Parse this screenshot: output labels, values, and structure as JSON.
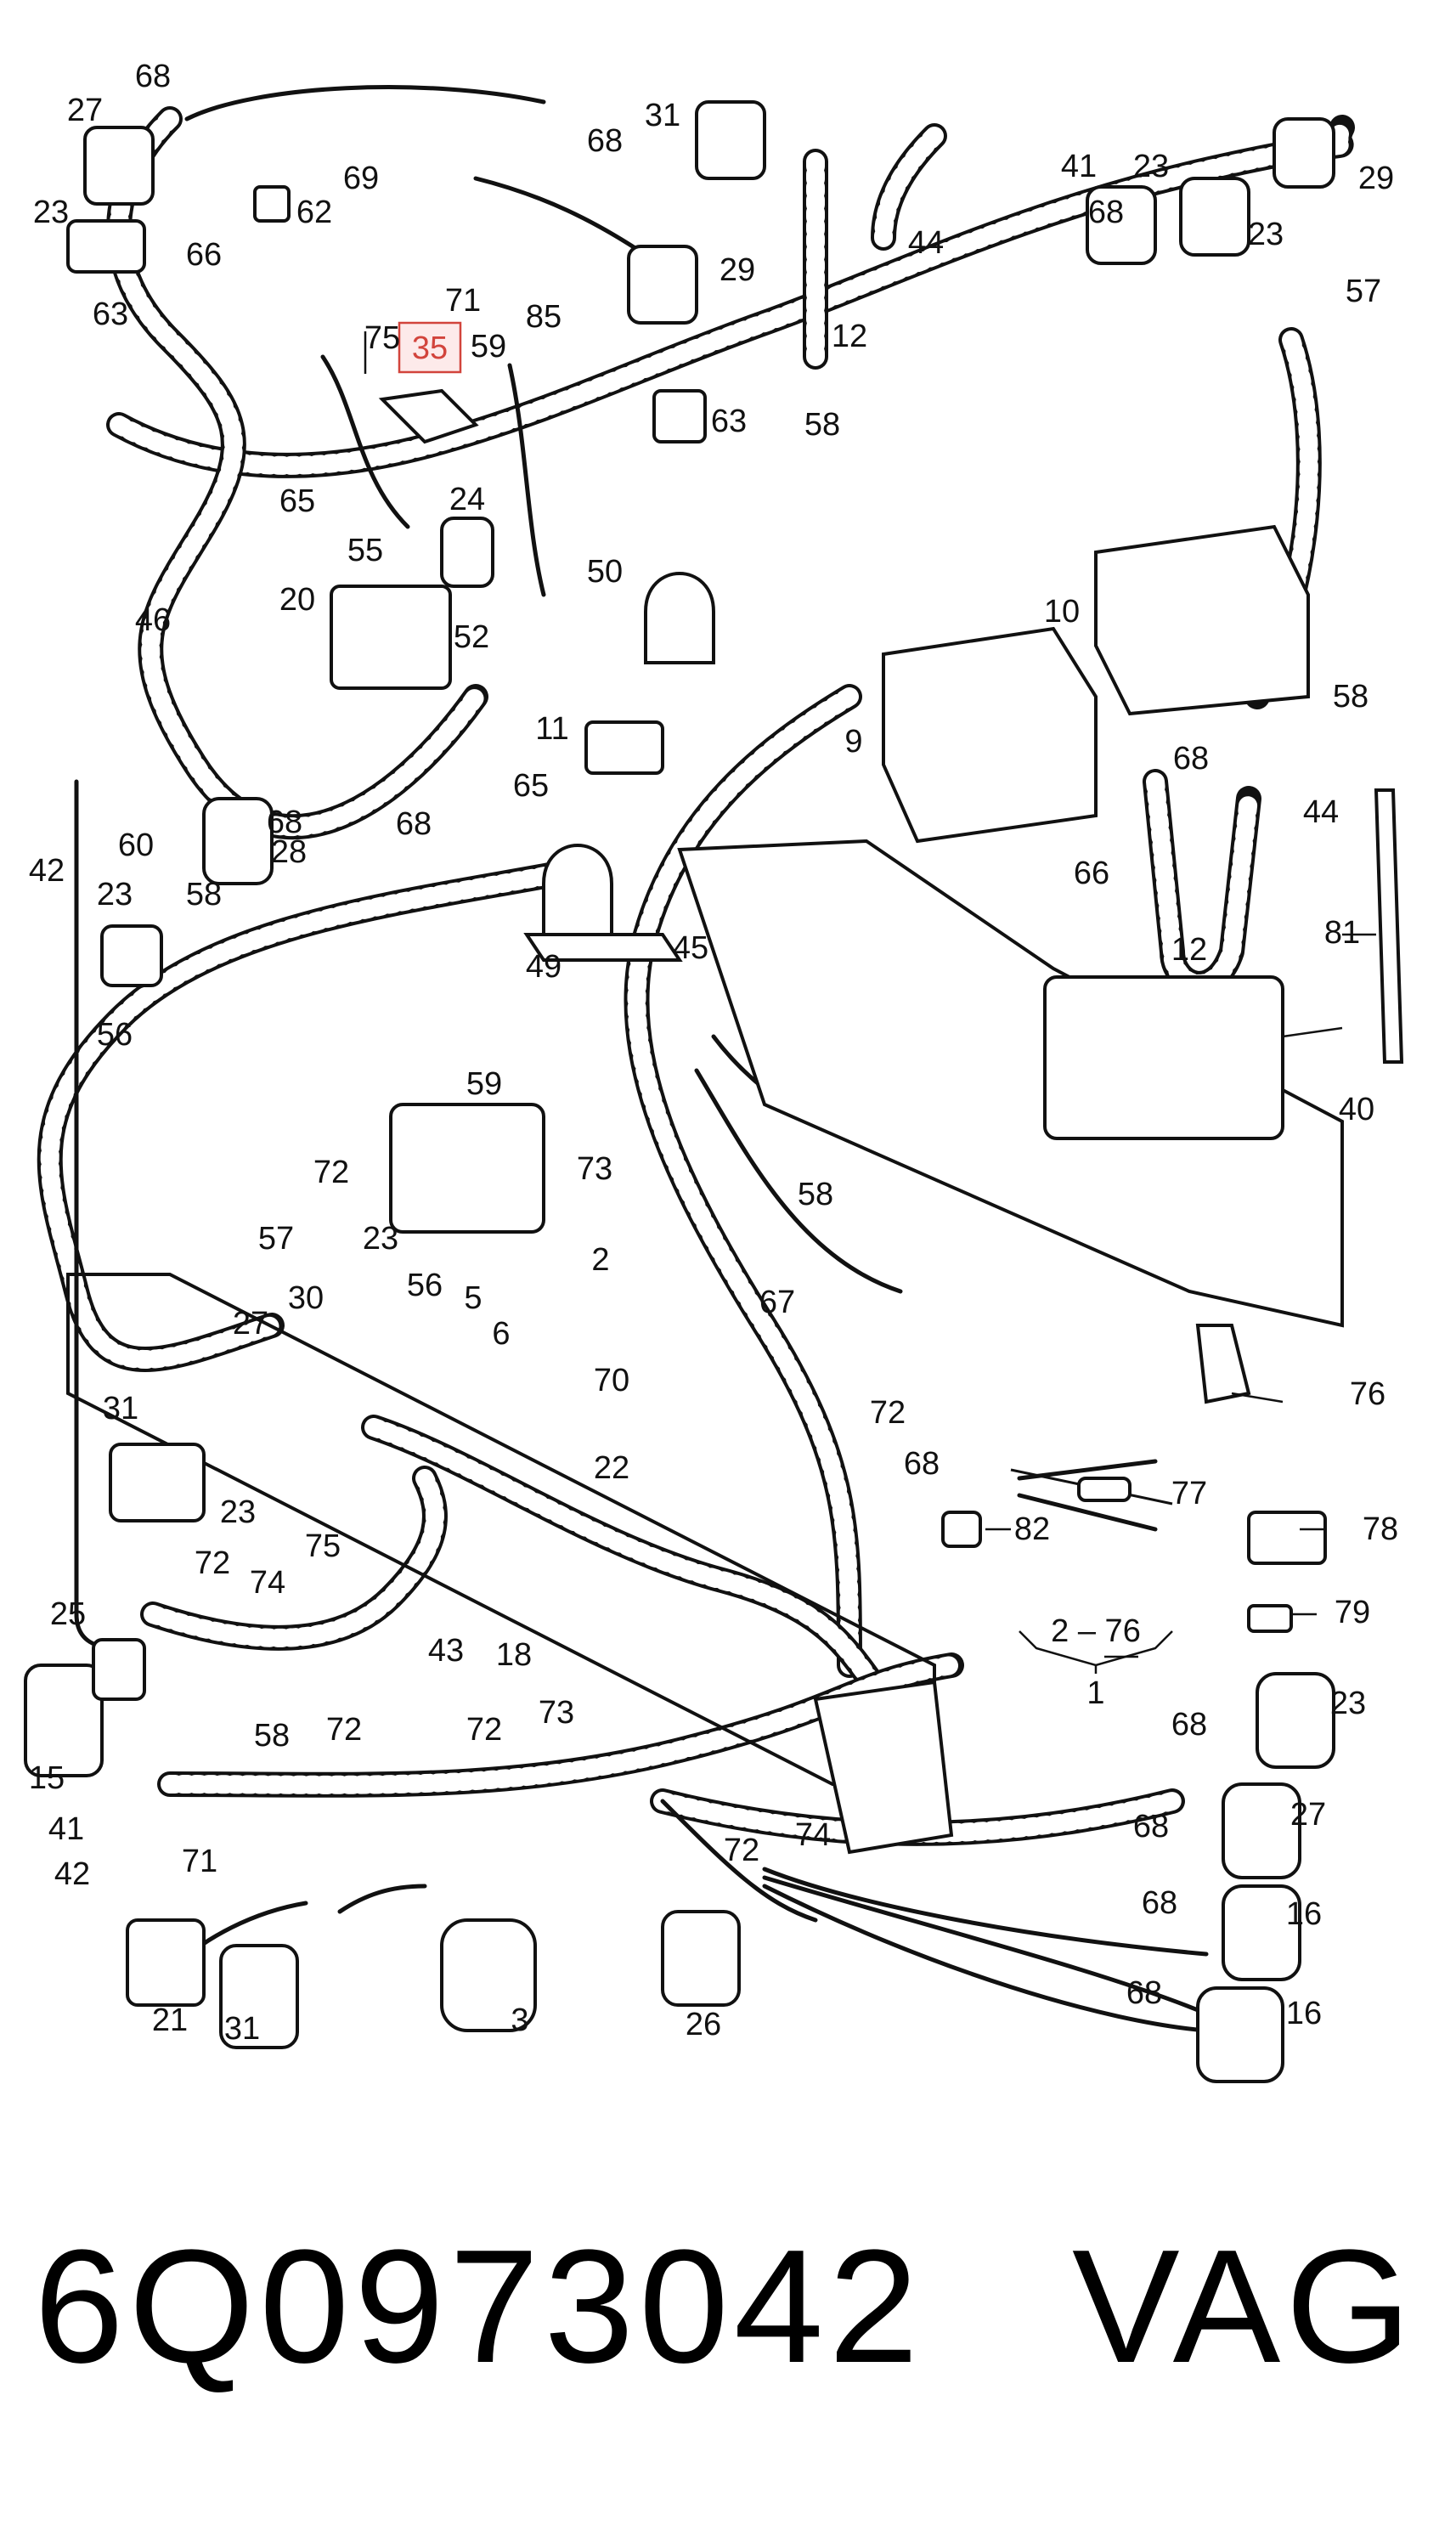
{
  "footer": {
    "part_number": "6Q0973042",
    "brand": "VAG"
  },
  "highlight": {
    "label": "35",
    "color": "#d2443c",
    "fill": "#fdeaea"
  },
  "group_label": {
    "range": "2 – 76",
    "value": "1"
  },
  "callouts": [
    "27",
    "68",
    "31",
    "68",
    "23",
    "69",
    "62",
    "66",
    "71",
    "63",
    "75",
    "59",
    "85",
    "29",
    "63",
    "65",
    "24",
    "55",
    "20",
    "52",
    "46",
    "50",
    "11",
    "68",
    "65",
    "60",
    "28",
    "68",
    "42",
    "23",
    "58",
    "56",
    "49",
    "59",
    "72",
    "57",
    "23",
    "30",
    "56",
    "27",
    "5",
    "2",
    "6",
    "70",
    "31",
    "22",
    "23",
    "75",
    "72",
    "74",
    "43",
    "18",
    "72",
    "68",
    "67",
    "73",
    "45",
    "58",
    "41",
    "23",
    "23",
    "29",
    "57",
    "68",
    "44",
    "12",
    "58",
    "10",
    "9",
    "58",
    "68",
    "44",
    "12",
    "66",
    "81",
    "40",
    "76",
    "77",
    "82",
    "78",
    "79",
    "25",
    "15",
    "41",
    "42",
    "58",
    "72",
    "72",
    "73",
    "71",
    "21",
    "31",
    "3",
    "26",
    "72",
    "74",
    "68",
    "23",
    "68",
    "27",
    "68",
    "16",
    "68",
    "16"
  ]
}
